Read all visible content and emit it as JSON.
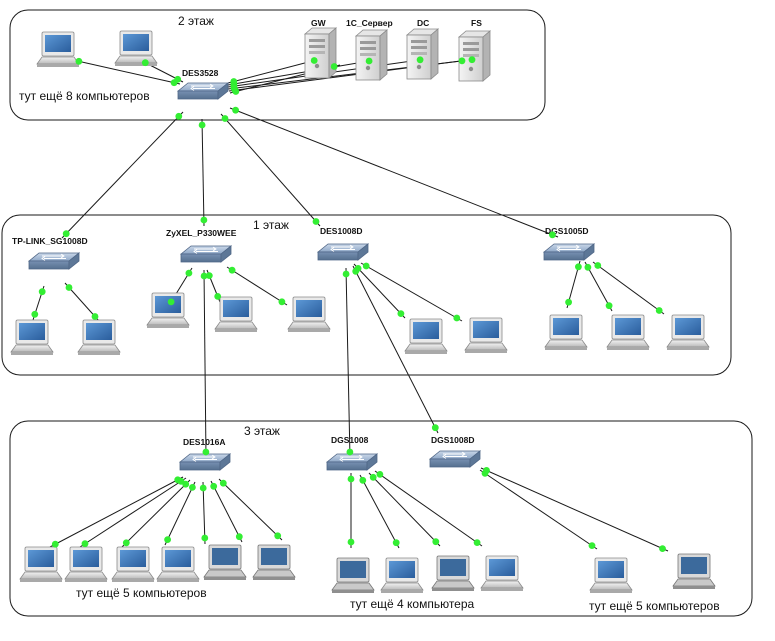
{
  "floors": {
    "f2": {
      "title": "2 этаж",
      "note": "тут ещё 8 компьютеров"
    },
    "f1": {
      "title": "1 этаж"
    },
    "f3": {
      "title": "3 этаж",
      "note_a": "тут ещё 5 компьютеров",
      "note_b": "тут ещё 4 компьютера",
      "note_c": "тут ещё 5 компьютеров"
    }
  },
  "switches": {
    "core": "DES3528",
    "tplink": "TP-LINK_SG1008D",
    "zyxel": "ZyXEL_P330WEE",
    "des1008d": "DES1008D",
    "dgs1005d": "DGS1005D",
    "des1016a": "DES1016A",
    "dgs1008": "DGS1008",
    "dgs1008d": "DGS1008D"
  },
  "servers": {
    "gw": "GW",
    "c1": "1C_Сервер",
    "dc": "DC",
    "fs": "FS"
  },
  "colors": {
    "port": "#33ee33",
    "switch_body": "#7f9bbd",
    "screen": "#3c78c0",
    "server_body": "#d6d6d6"
  }
}
